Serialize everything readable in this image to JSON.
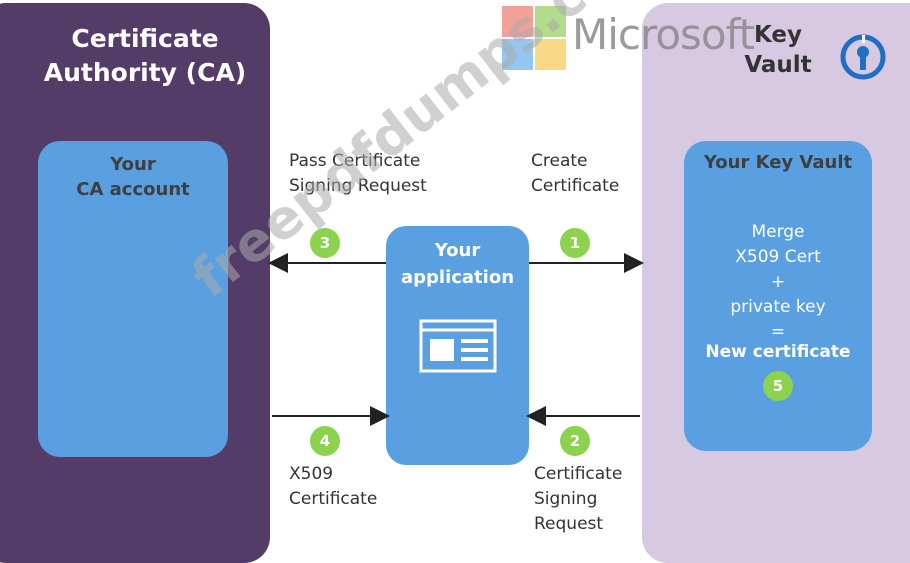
{
  "ca": {
    "title": "Certificate\nAuthority (CA)",
    "account_title": "Your\nCA account"
  },
  "key_vault": {
    "title": "Key\nVault",
    "box_title": "Your Key Vault",
    "merge_text": "Merge\nX509 Cert\n+\nprivate key\n=",
    "new_cert": "New certificate",
    "icon": "key-vault-icon"
  },
  "app": {
    "title": "Your\napplication",
    "icon": "application-window-icon"
  },
  "steps": {
    "s1": {
      "num": "1",
      "label": "Create\nCertificate"
    },
    "s2": {
      "num": "2",
      "label": "Certificate\nSigning\nRequest"
    },
    "s3": {
      "num": "3",
      "label": "Pass Certificate\nSigning Request"
    },
    "s4": {
      "num": "4",
      "label": "X509\nCertificate"
    },
    "s5": {
      "num": "5"
    }
  },
  "watermarks": {
    "brand": "Microsoft",
    "site": "freepdfdumps.com"
  },
  "colors": {
    "ca_panel": "#533c68",
    "kv_panel": "#d8c9e3",
    "box_blue": "#5a9fe0",
    "badge_green": "#8cd24e"
  }
}
